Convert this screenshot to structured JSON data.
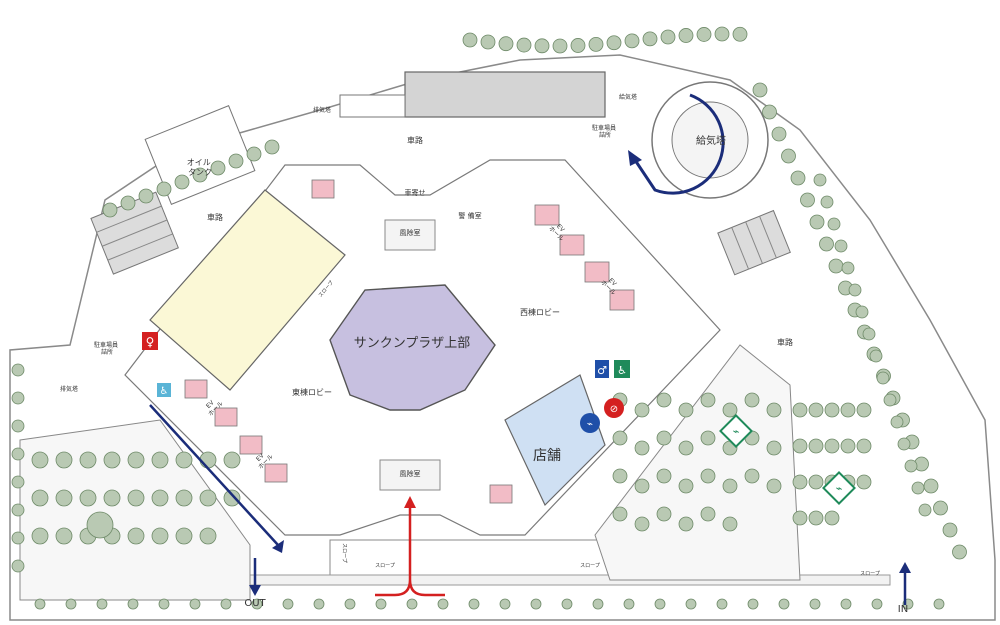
{
  "labels": {
    "sunken_plaza": "サンクンプラザ上部",
    "shop": "店舗",
    "west_lobby": "西棟ロビー",
    "east_lobby": "東棟ロビー",
    "windbreak_top": "風除室",
    "windbreak_bottom": "風除室",
    "road_top": "車路",
    "road_left": "車路",
    "road_right": "車路",
    "car_stop": "車寄せ",
    "security": "警 備室",
    "oil_tank": "オイル\nタンク",
    "exhaust_top": "排気塔",
    "exhaust_left": "排気塔",
    "supply_tower": "給気塔",
    "supply_small": "給気塔",
    "parking_staff_top": "駐車場員\n詰所",
    "parking_staff_left": "駐車場員\n詰所",
    "ev_hall_1": "EV\nホール",
    "ev_hall_2": "EV\nホール",
    "ev_hall_3": "EV\nホール",
    "ev_hall_4": "EV\nホール",
    "slope_1": "スロープ",
    "slope_2": "スロープ",
    "slope_3": "スロープ",
    "slope_4": "スロープ",
    "slope_5": "スロープ",
    "out": "OUT",
    "in": "IN"
  },
  "icons": [
    "restroom-women-icon",
    "restroom-men-icon",
    "accessible-restroom-icon",
    "smoking-area-icon",
    "no-smoking-icon"
  ],
  "colors": {
    "plaza": "#c7c0e0",
    "shop": "#cfe0f3",
    "hall": "#fbf8d6",
    "elevator": "#f2bcc6",
    "tree": "#b9c9b3",
    "arrow_blue": "#1b2d7a",
    "arrow_red": "#d42020",
    "smoking": "#1f8a5a"
  }
}
